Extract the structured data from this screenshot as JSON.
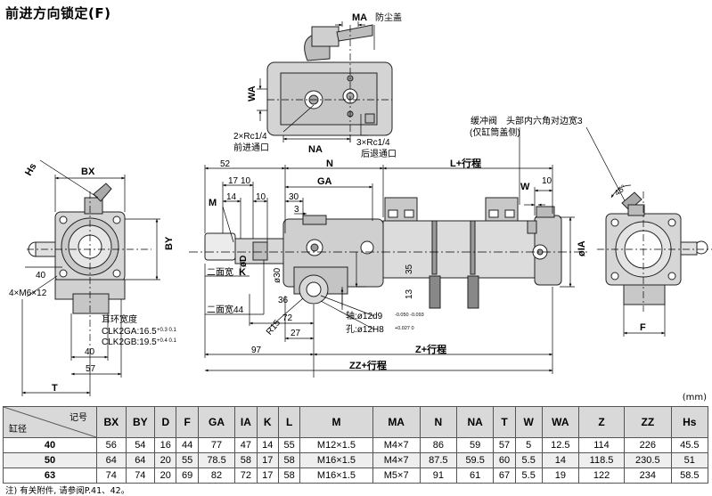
{
  "title": "前进方向锁定(F)",
  "unit": "(mm)",
  "labels": {
    "MA": "MA",
    "dust_cover": "防尘盖",
    "WA": "WA",
    "NA": "NA",
    "port_fwd_size": "2×Rc1/4",
    "port_fwd": "前进通口",
    "port_rev_size": "3×Rc1/4",
    "port_rev": "后退通口",
    "buffer_valve": "缓冲阀",
    "hex_across": "头部内六角对边宽3",
    "head_cover_only": "(仅缸筒盖侧)",
    "Hs": "Hs",
    "BX": "BX",
    "BY": "BY",
    "d40_left": "40",
    "hole_4xM6": "4×M6×12",
    "ear_width": "耳环宽度",
    "clk2ga": "CLK2GA:16.5",
    "clk2ga_tol": "+0.3 0.1",
    "clk2gb": "CLK2GB:19.5",
    "clk2gb_tol": "+0.4 0.1",
    "d40_bot": "40",
    "d57": "57",
    "T": "T",
    "d52": "52",
    "N": "N",
    "L_stroke": "L+行程",
    "d17": "17",
    "d10a": "10",
    "d14": "14",
    "d10b": "10",
    "d30": "30",
    "GA": "GA",
    "M": "M",
    "d3": "3",
    "W": "W",
    "d10c": "10",
    "deg45": "45°",
    "phiD": "øD",
    "K": "K",
    "two_flat": "二面宽",
    "two_flat_44": "二面宽44",
    "phi30": "ø30",
    "d36": "36",
    "d35": "35",
    "d13": "13",
    "R15": "R15",
    "d72": "72",
    "d27": "27",
    "shaft": "轴:ø12d9",
    "shaft_tol": "-0.050 -0.093",
    "hole": "孔:ø12H8",
    "hole_tol": "+0.027 0",
    "d97": "97",
    "Z_stroke": "Z+行程",
    "ZZ_stroke": "ZZ+行程",
    "phiIA": "øIA",
    "F": "F"
  },
  "table": {
    "corner_key": "记号",
    "corner_bore": "缸径",
    "columns": [
      "BX",
      "BY",
      "D",
      "F",
      "GA",
      "IA",
      "K",
      "L",
      "M",
      "MA",
      "N",
      "NA",
      "T",
      "W",
      "WA",
      "Z",
      "ZZ",
      "Hs"
    ],
    "rows": [
      {
        "bore": "40",
        "values": [
          "56",
          "54",
          "16",
          "44",
          "77",
          "47",
          "14",
          "55",
          "M12×1.5",
          "M4×7",
          "86",
          "59",
          "57",
          "5",
          "12.5",
          "114",
          "226",
          "45.5"
        ]
      },
      {
        "bore": "50",
        "values": [
          "64",
          "64",
          "20",
          "55",
          "78.5",
          "58",
          "17",
          "58",
          "M16×1.5",
          "M4×7",
          "87.5",
          "59.5",
          "60",
          "5.5",
          "14",
          "118.5",
          "230.5",
          "51"
        ]
      },
      {
        "bore": "63",
        "values": [
          "74",
          "74",
          "20",
          "69",
          "82",
          "72",
          "17",
          "58",
          "M16×1.5",
          "M5×7",
          "91",
          "61",
          "67",
          "5.5",
          "19",
          "122",
          "234",
          "58.5"
        ]
      }
    ]
  },
  "note": "注) 有关附件, 请参阅P.41、42。"
}
